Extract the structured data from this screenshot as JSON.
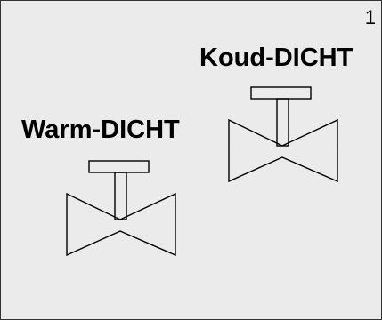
{
  "page_number": "1",
  "valves": {
    "cold": {
      "label": "Koud-DICHT"
    },
    "warm": {
      "label": "Warm-DICHT"
    }
  }
}
